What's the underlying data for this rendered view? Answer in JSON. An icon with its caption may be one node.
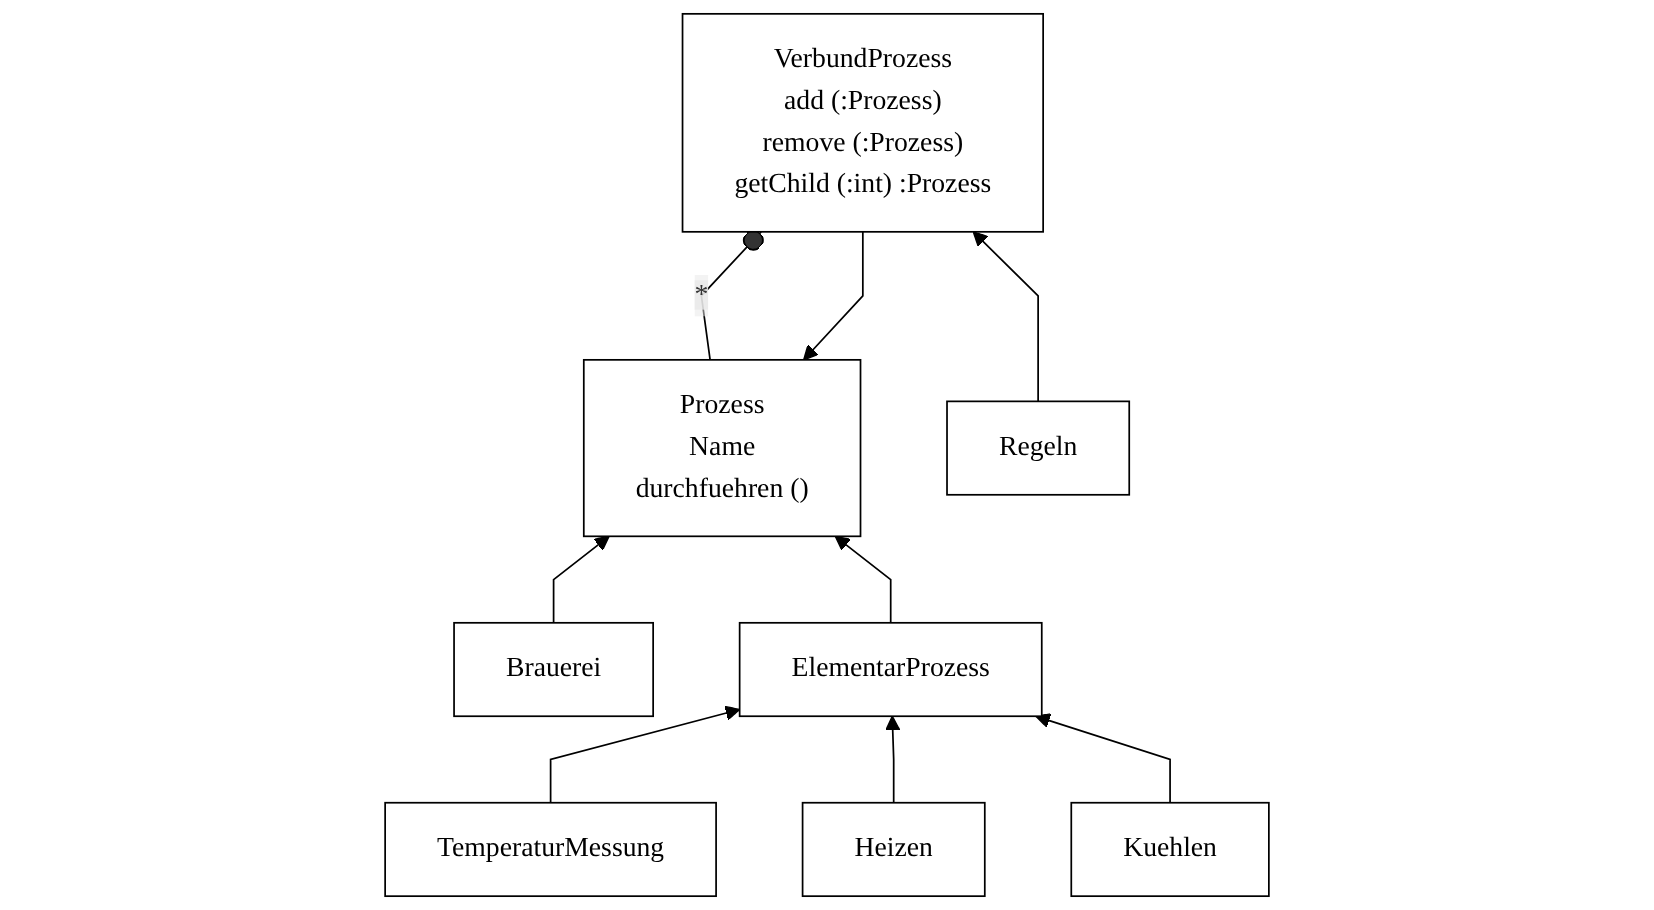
{
  "diagram": {
    "nodes": [
      {
        "text": [
          "Prozess",
          "Name",
          "durchfuehren ()"
        ]
      },
      {
        "text": [
          "Brauerei"
        ]
      },
      {
        "text": [
          "ElementarProzess"
        ]
      },
      {
        "text": [
          "VerbundProzess",
          "add (:Prozess)",
          "remove (:Prozess)",
          "getChild (:int) :Prozess"
        ]
      },
      {
        "text": [
          "TemperaturMessung"
        ]
      },
      {
        "text": [
          "Heizen"
        ]
      },
      {
        "text": [
          "Kuehlen"
        ]
      },
      {
        "text": [
          "Regeln"
        ]
      }
    ],
    "edges": [
      {
        "from": 1,
        "to": 0,
        "arrow": "to"
      },
      {
        "from": 2,
        "to": 0,
        "arrow": "to"
      },
      {
        "from": 3,
        "to": 0,
        "arrow": "to"
      },
      {
        "from": 0,
        "to": 3,
        "arrow": "other",
        "label": "*"
      },
      {
        "from": 4,
        "to": 2,
        "arrow": "to"
      },
      {
        "from": 5,
        "to": 2,
        "arrow": "to"
      },
      {
        "from": 6,
        "to": 2,
        "arrow": "to"
      },
      {
        "from": 7,
        "to": 3,
        "arrow": "to"
      }
    ]
  }
}
